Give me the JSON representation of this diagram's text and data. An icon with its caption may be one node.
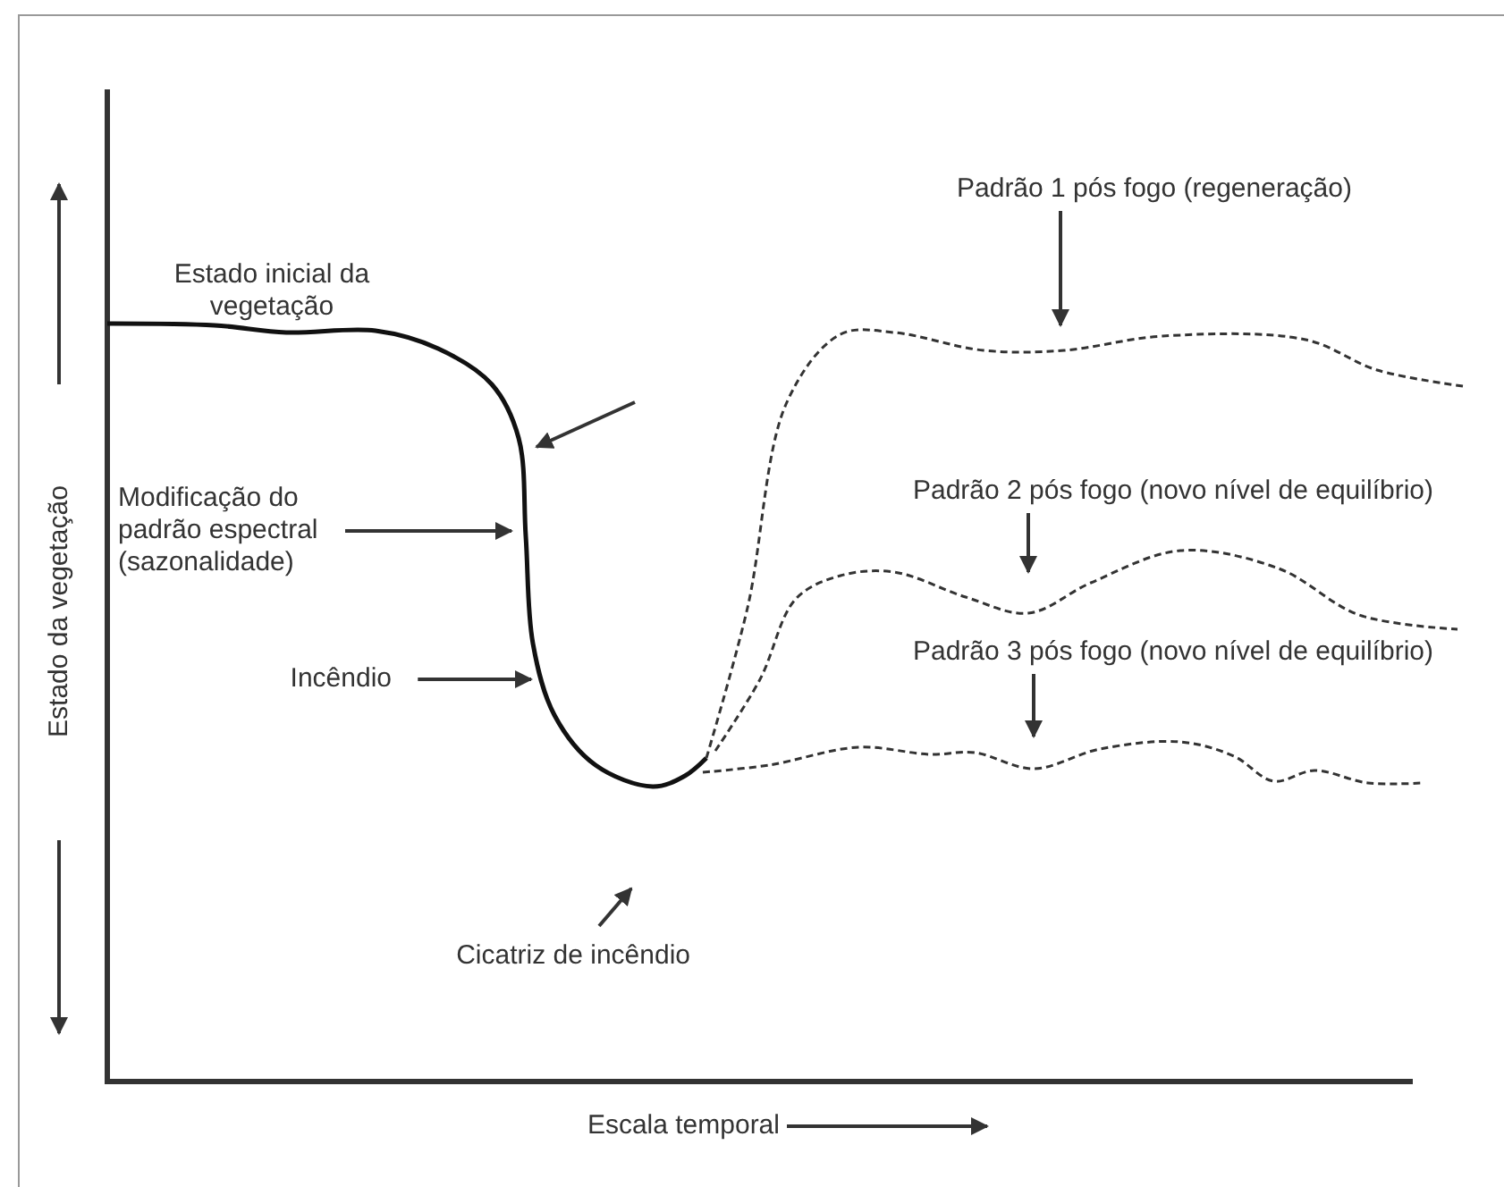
{
  "diagram": {
    "nodes": [
      {
        "text": [
          "Modificação do padrão espectral (sazonalidade)"
        ]
      },
      {
        "text": [
          "Incêndio"
        ]
      },
      {
        "text": [
          "Cicatriz de incêndio"
        ]
      },
      {
        "text": [
          "Padrão 1 pós fogo (regeneração)"
        ]
      },
      {
        "text": [
          "Padrão 2 pós fogo (novo nível de equilíbrio)"
        ]
      },
      {
        "text": [
          "Padrão 3 pós fogo (novo nível de equilíbrio)"
        ]
      }
    ],
    "edges": [
      {
        "from": 0,
        "to": null,
        "arrow": "to"
      },
      {
        "from": 1,
        "to": null,
        "arrow": "to"
      },
      {
        "from": 2,
        "to": null,
        "arrow": "to"
      },
      {
        "from": 3,
        "to": null,
        "arrow": "to"
      },
      {
        "from": 4,
        "to": null,
        "arrow": "to"
      },
      {
        "from": 5,
        "to": null,
        "arrow": "to"
      }
    ],
    "labels": [
      "Estado inicial da vegetação",
      "Estado da vegetação",
      "Escala temporal"
    ]
  }
}
